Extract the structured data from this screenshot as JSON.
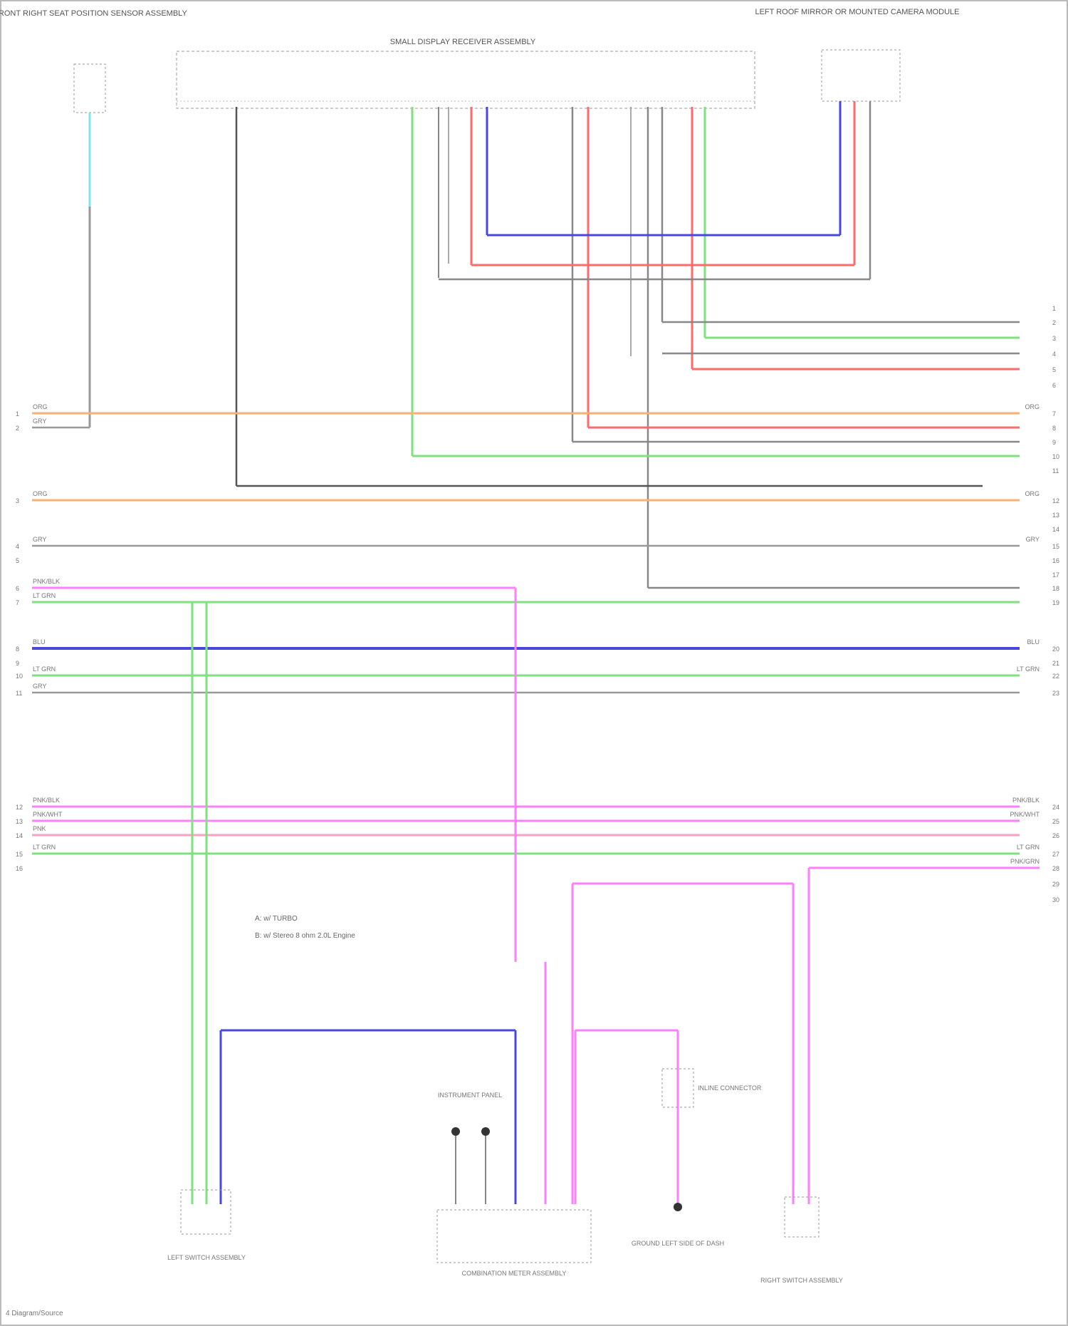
{
  "title": "",
  "components": {
    "seat_module": "FRONT RIGHT SEAT POSITION SENSOR ASSEMBLY",
    "main_module": "SMALL DISPLAY RECEIVER ASSEMBLY",
    "mirror_module": "LEFT ROOF MIRROR OR MOUNTED CAMERA MODULE",
    "connector_bottom_left": "LEFT SWITCH ASSEMBLY",
    "connector_bottom_mid": "COMBINATION METER ASSEMBLY",
    "connector_bottom_mid2": "INSTRUMENT PANEL",
    "ground_point": "GROUND LEFT SIDE OF DASH",
    "connector_bottom_right": "RIGHT SWITCH ASSEMBLY",
    "inline_connector": "INLINE CONNECTOR"
  },
  "notes": {
    "note_a": "A: w/ TURBO",
    "note_b": "B: w/ Stereo 8 ohm 2.0L Engine"
  },
  "pin_numbers": {
    "left": [
      "1",
      "2",
      "3",
      "4",
      "5",
      "6",
      "7",
      "8",
      "9",
      "10",
      "11",
      "12",
      "13",
      "14",
      "15",
      "16"
    ],
    "right": [
      "1",
      "2",
      "3",
      "4",
      "5",
      "6",
      "7",
      "8",
      "9",
      "10",
      "11",
      "12",
      "13",
      "14",
      "15",
      "16",
      "17",
      "18",
      "19",
      "20",
      "21",
      "22",
      "23",
      "24",
      "25",
      "26",
      "27",
      "28",
      "29",
      "30"
    ]
  },
  "wire_labels": {
    "orange_1": "ORG",
    "gray_1": "GRY",
    "orange_2": "ORG",
    "gray_2": "GRY",
    "gray_3": "GRY",
    "pink_1": "PNK/BLK",
    "green_1": "LT GRN",
    "blue_1": "BLU",
    "green_2": "LT GRN",
    "gray_4": "GRY",
    "pink_2": "PNK/BLK",
    "pink_3": "PNK/WHT",
    "pink_4": "PNK",
    "green_3": "LT GRN",
    "pink_5": "PNK/GRN"
  },
  "footer": "4 Diagram/Source"
}
